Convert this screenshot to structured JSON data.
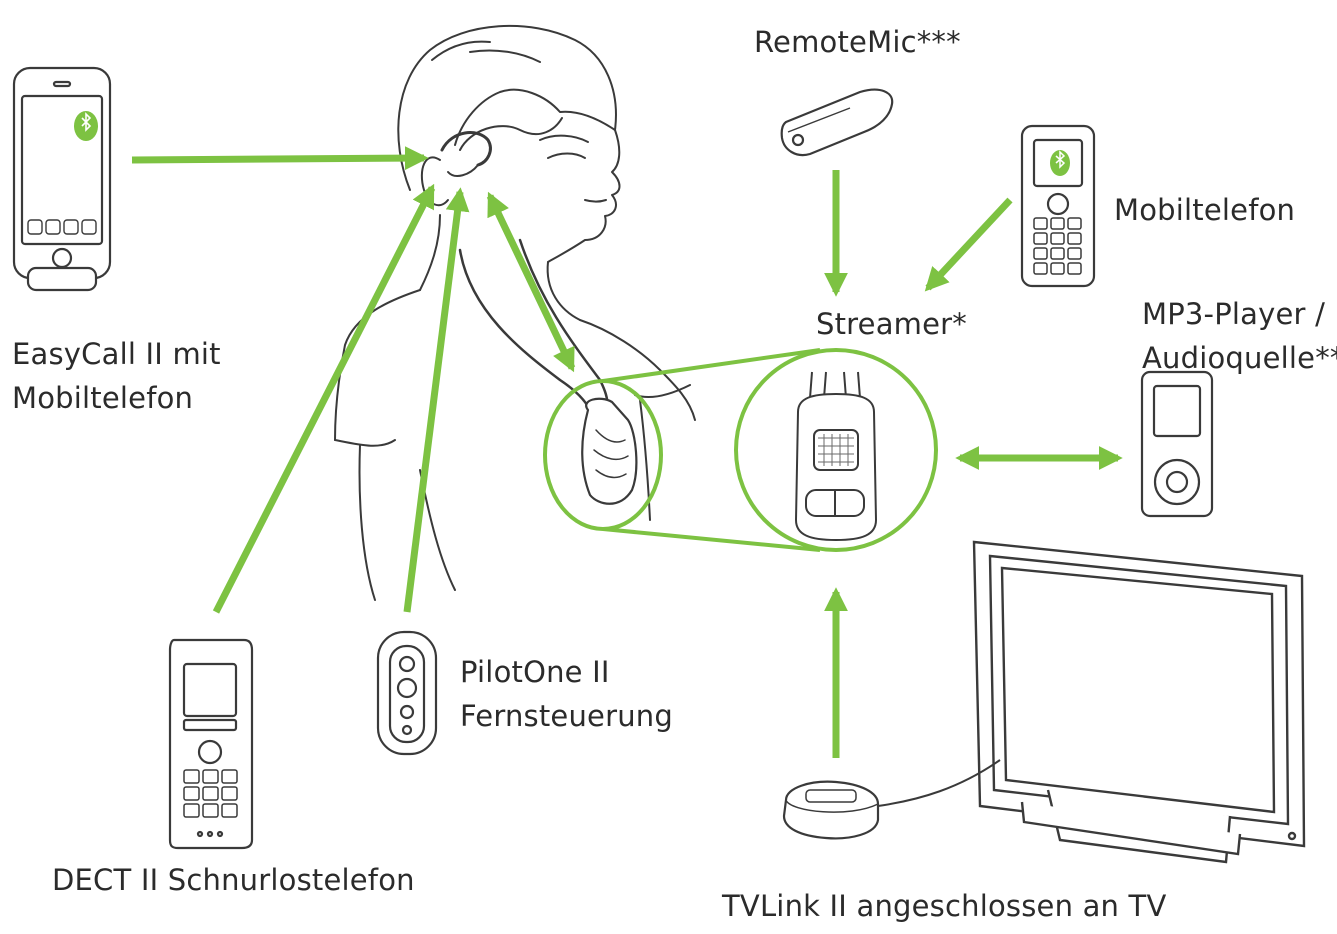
{
  "labels": {
    "easycall": [
      "EasyCall II mit",
      "Mobiltelefon"
    ],
    "remotemic": "RemoteMic***",
    "mobile": "Mobiltelefon",
    "streamer": "Streamer*",
    "mp3": [
      "MP3-Player /",
      "Audioquelle**"
    ],
    "pilotone": [
      "PilotOne II",
      "Fernsteuerung"
    ],
    "dect": "DECT II Schnurlostelefon",
    "tvlink": "TVLink II angeschlossen an TV"
  },
  "colors": {
    "arrow": "#7dc242",
    "outline": "#3a3a3a",
    "background": "#ffffff"
  },
  "icons": [
    "bluetooth-icon",
    "bluetooth-icon"
  ]
}
